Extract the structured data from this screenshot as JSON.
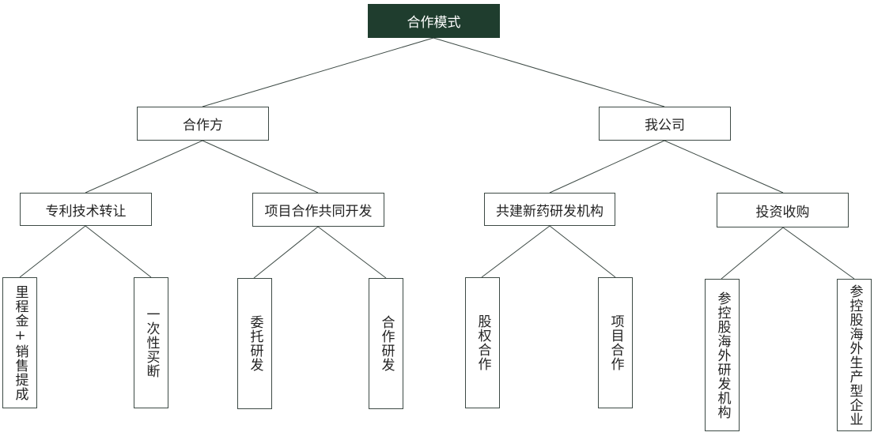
{
  "diagram": {
    "root": "合作模式",
    "level1": [
      {
        "label": "合作方"
      },
      {
        "label": "我公司"
      }
    ],
    "level2": [
      {
        "label": "专利技术转让"
      },
      {
        "label": "项目合作共同开发"
      },
      {
        "label": "共建新药研发机构"
      },
      {
        "label": "投资收购"
      }
    ],
    "level3": [
      {
        "label": "里程金+销售提成"
      },
      {
        "label": "一次性买断"
      },
      {
        "label": "委托研发"
      },
      {
        "label": "合作研发"
      },
      {
        "label": "股权合作"
      },
      {
        "label": "项目合作"
      },
      {
        "label": "参控股海外研发机构"
      },
      {
        "label": "参控股海外生产型企业"
      }
    ]
  },
  "colors": {
    "root_fill": "#1f3d2e",
    "root_text": "#ffffff",
    "border": "#3d4a45",
    "connector": "#3d4a45"
  }
}
